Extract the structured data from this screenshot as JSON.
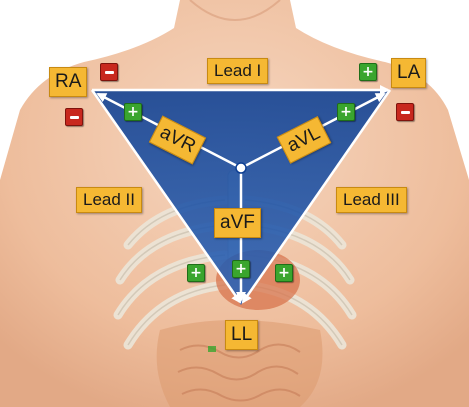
{
  "limb_labels": {
    "ra": "RA",
    "la": "LA",
    "ll": "LL"
  },
  "lead_labels": {
    "lead_i": "Lead I",
    "lead_ii": "Lead II",
    "lead_iii": "Lead III"
  },
  "augmented_labels": {
    "avr": "aVR",
    "avl": "aVL",
    "avf": "aVF"
  },
  "colors": {
    "triangle_fill": "#1c4fa0",
    "label_fill": "#f5b833",
    "positive_sign": "#3aa52e",
    "negative_sign": "#c8281e",
    "skin": "#f1c6a8",
    "ribs": "#ede6d8"
  },
  "icons": {
    "positive": "plus-icon",
    "negative": "minus-icon"
  }
}
